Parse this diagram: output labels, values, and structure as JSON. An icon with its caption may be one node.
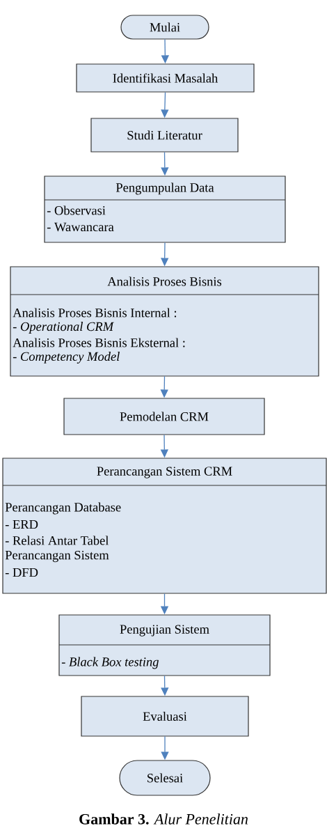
{
  "diagram": {
    "caption": "**Gambar 3.** *Alur Penelitian*",
    "nodes": [
      {
        "text": [
          "Mulai"
        ]
      },
      {
        "text": [
          "Identifikasi Masalah"
        ]
      },
      {
        "text": [
          "Studi Literatur"
        ]
      },
      {
        "text": [
          "Pengumpulan Data",
          "- Observasi",
          "- Wawancara"
        ]
      },
      {
        "text": [
          "Analisis Proses Bisnis",
          "Analisis Proses Bisnis Internal :",
          "- *Operational CRM*",
          "Analisis Proses Bisnis Eksternal :",
          "- *Competency Model*"
        ]
      },
      {
        "text": [
          "Pemodelan CRM"
        ]
      },
      {
        "text": [
          "Perancangan Sistem CRM",
          "Perancangan Database",
          "- ERD",
          "- Relasi Antar Tabel",
          "Perancangan Sistem",
          "- DFD"
        ]
      },
      {
        "text": [
          "Pengujian Sistem",
          "- *Black Box testing*"
        ]
      },
      {
        "text": [
          "Evaluasi"
        ]
      },
      {
        "text": [
          "Selesai"
        ]
      }
    ],
    "edges": [
      {
        "from": 0,
        "to": 1,
        "arrow": "to"
      },
      {
        "from": 1,
        "to": 2,
        "arrow": "to"
      },
      {
        "from": 2,
        "to": 3,
        "arrow": "to"
      },
      {
        "from": 3,
        "to": 4,
        "arrow": "to"
      },
      {
        "from": 4,
        "to": 5,
        "arrow": "to"
      },
      {
        "from": 5,
        "to": 6,
        "arrow": "to"
      },
      {
        "from": 6,
        "to": 7,
        "arrow": "to"
      },
      {
        "from": 7,
        "to": 8,
        "arrow": "to"
      },
      {
        "from": 8,
        "to": 9,
        "arrow": "to"
      }
    ]
  }
}
